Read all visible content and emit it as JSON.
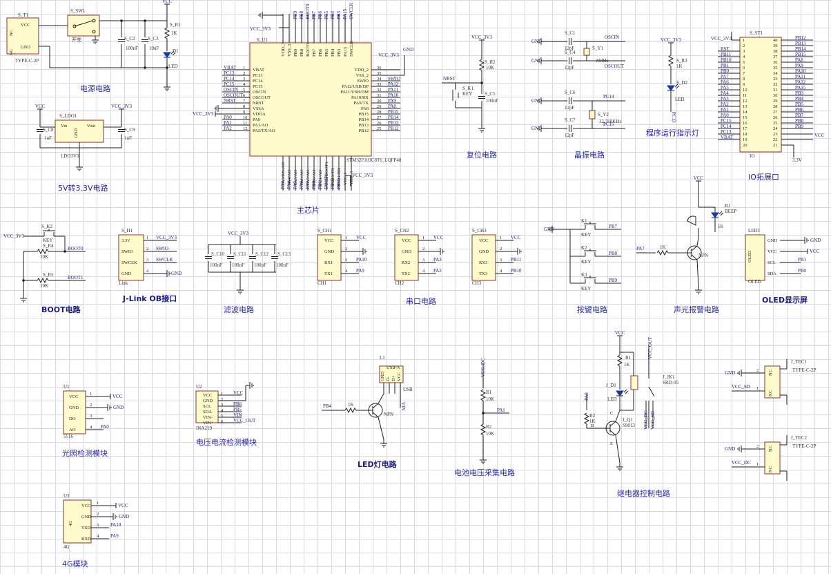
{
  "captions": {
    "power": "电源电路",
    "ldo": "5V转3.3V电路",
    "main_chip": "主芯片",
    "reset": "复位电路",
    "crystal": "晶振电路",
    "run_led": "程序运行指示灯",
    "io_ext": "IO拓展口",
    "boot": "BOOT电路",
    "jlink": "J-Link OB接口",
    "filter": "滤波电路",
    "uart": "串口电路",
    "keys": "按键电路",
    "alarm": "声光报警电路",
    "oled": "OLED显示屏",
    "light": "光照检测模块",
    "ina": "电压电流检测模块",
    "led_lamp": "LED灯电路",
    "battery": "电池电压采集电路",
    "relay": "继电器控制电路",
    "module_4g": "4G模块"
  },
  "nets": {
    "vcc": "VCC",
    "vcc33": "VCC_3V3",
    "gnd": "GND",
    "nrst": "NRST",
    "boot0": "BOOT0",
    "boot1": "BOOT1",
    "oscin": "OSCIN",
    "oscout": "OSCOUT",
    "pc14": "PC14",
    "pc15": "PC15",
    "vcc_sd": "VCC_SD",
    "vcc_dc": "VCC_DC",
    "vcc_out": "VCC_OUT"
  },
  "usb_power": {
    "ref": "S_T1",
    "type": "TYPE-C-2P",
    "pins": [
      "VCC",
      "GND",
      "NC",
      "NC"
    ]
  },
  "switch": {
    "ref": "S_SW1",
    "label": "开关"
  },
  "power_parts": {
    "c2": "S_C2",
    "c2v": "100nF",
    "c3": "S_C3",
    "c3v": "10uF",
    "r1": "S_R1",
    "r1v": "1K",
    "d1": "D1",
    "d1v": "LED"
  },
  "ldo": {
    "ref": "S_LDO1",
    "part": "LDO3V3",
    "vin": "Vin",
    "vout": "Vout",
    "gnd": "GND",
    "c8": "S_C8",
    "c9": "S_C9",
    "cv": "1uF"
  },
  "mcu": {
    "ref": "S_U1",
    "part": "STM32F103C8T6_LQFP48",
    "left_pins": [
      {
        "n": "1",
        "name": "VBAT",
        "net": "VBAT"
      },
      {
        "n": "2",
        "name": "PC13",
        "net": "PC13"
      },
      {
        "n": "3",
        "name": "PC14",
        "net": "PC14"
      },
      {
        "n": "4",
        "name": "PC15",
        "net": "PC15"
      },
      {
        "n": "5",
        "name": "OSCIN",
        "net": "OSCIN"
      },
      {
        "n": "6",
        "name": "OSCOUT",
        "net": "OSCOUT"
      },
      {
        "n": "7",
        "name": "NRST",
        "net": "NRST"
      },
      {
        "n": "8",
        "name": "VSSA",
        "net": "GND"
      },
      {
        "n": "9",
        "name": "VDDA",
        "net": "VCC_3V3"
      },
      {
        "n": "10",
        "name": "PA0",
        "net": "PA0"
      },
      {
        "n": "11",
        "name": "PA1/AO",
        "net": "PA1"
      },
      {
        "n": "12",
        "name": "PA2/TX/AO",
        "net": "PA2"
      }
    ],
    "right_pins": [
      {
        "n": "36",
        "name": "VDD_2",
        "net": "VCC_3V3"
      },
      {
        "n": "35",
        "name": "VSS_2",
        "net": "GND"
      },
      {
        "n": "34",
        "name": "SWIO",
        "net": "SWIO"
      },
      {
        "n": "33",
        "name": "PA12/USB/DP",
        "net": "PA12"
      },
      {
        "n": "32",
        "name": "PA11/USB/DM",
        "net": "PA11"
      },
      {
        "n": "31",
        "name": "PA10/RX",
        "net": "PA10"
      },
      {
        "n": "30",
        "name": "PA9/TX",
        "net": "PA9"
      },
      {
        "n": "29",
        "name": "PA8",
        "net": "PA8"
      },
      {
        "n": "28",
        "name": "PB15",
        "net": "PB15"
      },
      {
        "n": "27",
        "name": "PB14",
        "net": "PB14"
      },
      {
        "n": "26",
        "name": "PB13",
        "net": "PB13"
      },
      {
        "n": "25",
        "name": "PB12",
        "net": "PB12"
      }
    ],
    "top_pins": [
      "VDD_3",
      "VSS_3",
      "PB9",
      "PB8",
      "BOOT0",
      "PB7",
      "PB6",
      "PB5",
      "PB4",
      "PB3",
      "PA15",
      "SWCLK"
    ],
    "top_nets": [
      "",
      "",
      "PB9",
      "PB8",
      "BOOT0",
      "PB7",
      "PB6",
      "PB5",
      "PB4",
      "PB3",
      "PA15",
      "SWCLK"
    ],
    "bottom_pins": [
      "PA3/RX/AO",
      "PA4/AO",
      "PA5/AO",
      "PA6/AO",
      "PA7/AO",
      "PB0/AO",
      "PB1/AO",
      "PB2/BOOT1",
      "PB10/TX",
      "PB11/RX",
      "VSS_1",
      "VDD_1"
    ],
    "bottom_nets": [
      "PA3",
      "PA4",
      "PA5",
      "PA6",
      "PA7",
      "PB0",
      "PB1",
      "BOOT1",
      "PB10",
      "PB11",
      "",
      ""
    ]
  },
  "reset": {
    "r": "S_R2",
    "rv": "10K",
    "k": "S_K1",
    "kv": "KEY",
    "c": "S_C5",
    "cv": "100nF"
  },
  "crystal": {
    "c1": "S_C1",
    "c4": "S_C4",
    "c6": "S_C6",
    "c7": "S_C7",
    "cv": "12pF",
    "y1": "S_Y1",
    "y1v": "8MHz",
    "y2": "S_Y2",
    "y2v": "32.768KHz"
  },
  "run_led": {
    "r": "S_R3",
    "rv": "1K",
    "d": "S_D2",
    "dv": "LED",
    "net": "PC13"
  },
  "io_header": {
    "ref": "S_ST1",
    "label": "IO",
    "left": [
      "VCC_3V3",
      "",
      "RST",
      "PB11",
      "PB10",
      "PB1",
      "PB0",
      "PA7",
      "PA6",
      "PA5",
      "PA4",
      "PA3",
      "PA2",
      "PA1",
      "PA0",
      "PC15",
      "PC14",
      "PC13",
      "VBAT"
    ],
    "right": [
      "PB12",
      "PB13",
      "PB14",
      "PB15",
      "PA8",
      "PA9",
      "PA10",
      "PA11",
      "PA12",
      "PA15",
      "PB3",
      "PB4",
      "PB5",
      "PB6",
      "PB7",
      "PB8",
      "PB9",
      "",
      "VCC",
      "3.3V"
    ]
  },
  "boot": {
    "k": "S_K2",
    "kv": "KEY",
    "r4": "S_R4",
    "r5": "S_R5",
    "rv": "10K"
  },
  "jlink": {
    "ref": "S_H1",
    "label": "Link",
    "pins": [
      "3.3V",
      "SWIO",
      "SWCLK",
      "GND"
    ],
    "nets": [
      "VCC_3V3",
      "SWIO",
      "SWCLK",
      "GND"
    ]
  },
  "filter": {
    "refs": [
      "S_C10",
      "S_C11",
      "S_C12",
      "S_C13"
    ],
    "cv": "100nF"
  },
  "uarts": [
    {
      "ref": "S_CH1",
      "label": "CH1",
      "pins": [
        "VCC",
        "GND",
        "RX1",
        "TX1"
      ],
      "nets": [
        "VCC",
        "",
        "PA10",
        "PA9"
      ]
    },
    {
      "ref": "S_CH2",
      "label": "CH2",
      "pins": [
        "VCC",
        "GND",
        "RX2",
        "TX2"
      ],
      "nets": [
        "VCC",
        "",
        "PA3",
        "PA2"
      ]
    },
    {
      "ref": "S_CH3",
      "label": "CH3",
      "pins": [
        "VCC",
        "GND",
        "RX3",
        "TX3"
      ],
      "nets": [
        "VCC",
        "",
        "PB11",
        "PB10"
      ]
    }
  ],
  "keys": {
    "refs": [
      "K1",
      "K2",
      "K3"
    ],
    "kv": "KEY",
    "nets": [
      "PB7",
      "PB8",
      "PB9"
    ]
  },
  "alarm": {
    "b": "B1",
    "bv": "BEEP",
    "r": "1K",
    "rl": "1K",
    "q": "NPN",
    "net": "PA7"
  },
  "oled": {
    "ref": "LED1",
    "part": "OLED",
    "pins": [
      "GND",
      "VCC",
      "SCL",
      "SDA"
    ],
    "nets": [
      "GND",
      "VCC",
      "PB1",
      "PB0"
    ]
  },
  "light": {
    "ref": "U1",
    "part": "5516",
    "pins": [
      "VCC",
      "GND",
      "DO",
      "AO"
    ],
    "nets": [
      "VCC",
      "GND",
      "",
      "PA0"
    ]
  },
  "ina": {
    "ref": "U2",
    "part": "INA219",
    "pins": [
      "VCC",
      "GND",
      "SCL",
      "SDA",
      "VIN-",
      "VIN+"
    ],
    "nets": [
      "VCC",
      "",
      "PB6",
      "PB5",
      "VIN",
      "VCC_OUT"
    ]
  },
  "usb_lamp": {
    "ref": "L1",
    "head": "USB-A",
    "pins": [
      "GND",
      "D-",
      "D+",
      "VCC"
    ],
    "label": "USB",
    "r": "1K",
    "q": "NPN",
    "net": "PB4",
    "vin": "VIN"
  },
  "battery": {
    "r1": "R1",
    "r2": "R2",
    "rv": "10K",
    "net": "PA1",
    "top": "VCC_DC"
  },
  "relay": {
    "r1": "R1",
    "r1v": "1K",
    "d": "J_D1",
    "dv": "LED",
    "r2": "R2",
    "r2v": "1K",
    "q": "J_Q1",
    "qv": "S9013",
    "k": "J_JK1",
    "kv": "SRD-05",
    "net": "PA8",
    "pins": [
      "B",
      "C",
      "E"
    ]
  },
  "tec1": {
    "ref": "J_TEC1",
    "type": "TYPE-C-2P",
    "net": "VCC_SD"
  },
  "tec2": {
    "ref": "J_TEC2",
    "type": "TYPE-C-2P",
    "net": "VCC_DC"
  },
  "module4g": {
    "ref": "U3",
    "label": "4G",
    "pins": [
      "VCC",
      "GND",
      "TXD",
      "RXD"
    ],
    "nets": [
      "VCC",
      "GND",
      "PA10",
      "PA9"
    ]
  }
}
